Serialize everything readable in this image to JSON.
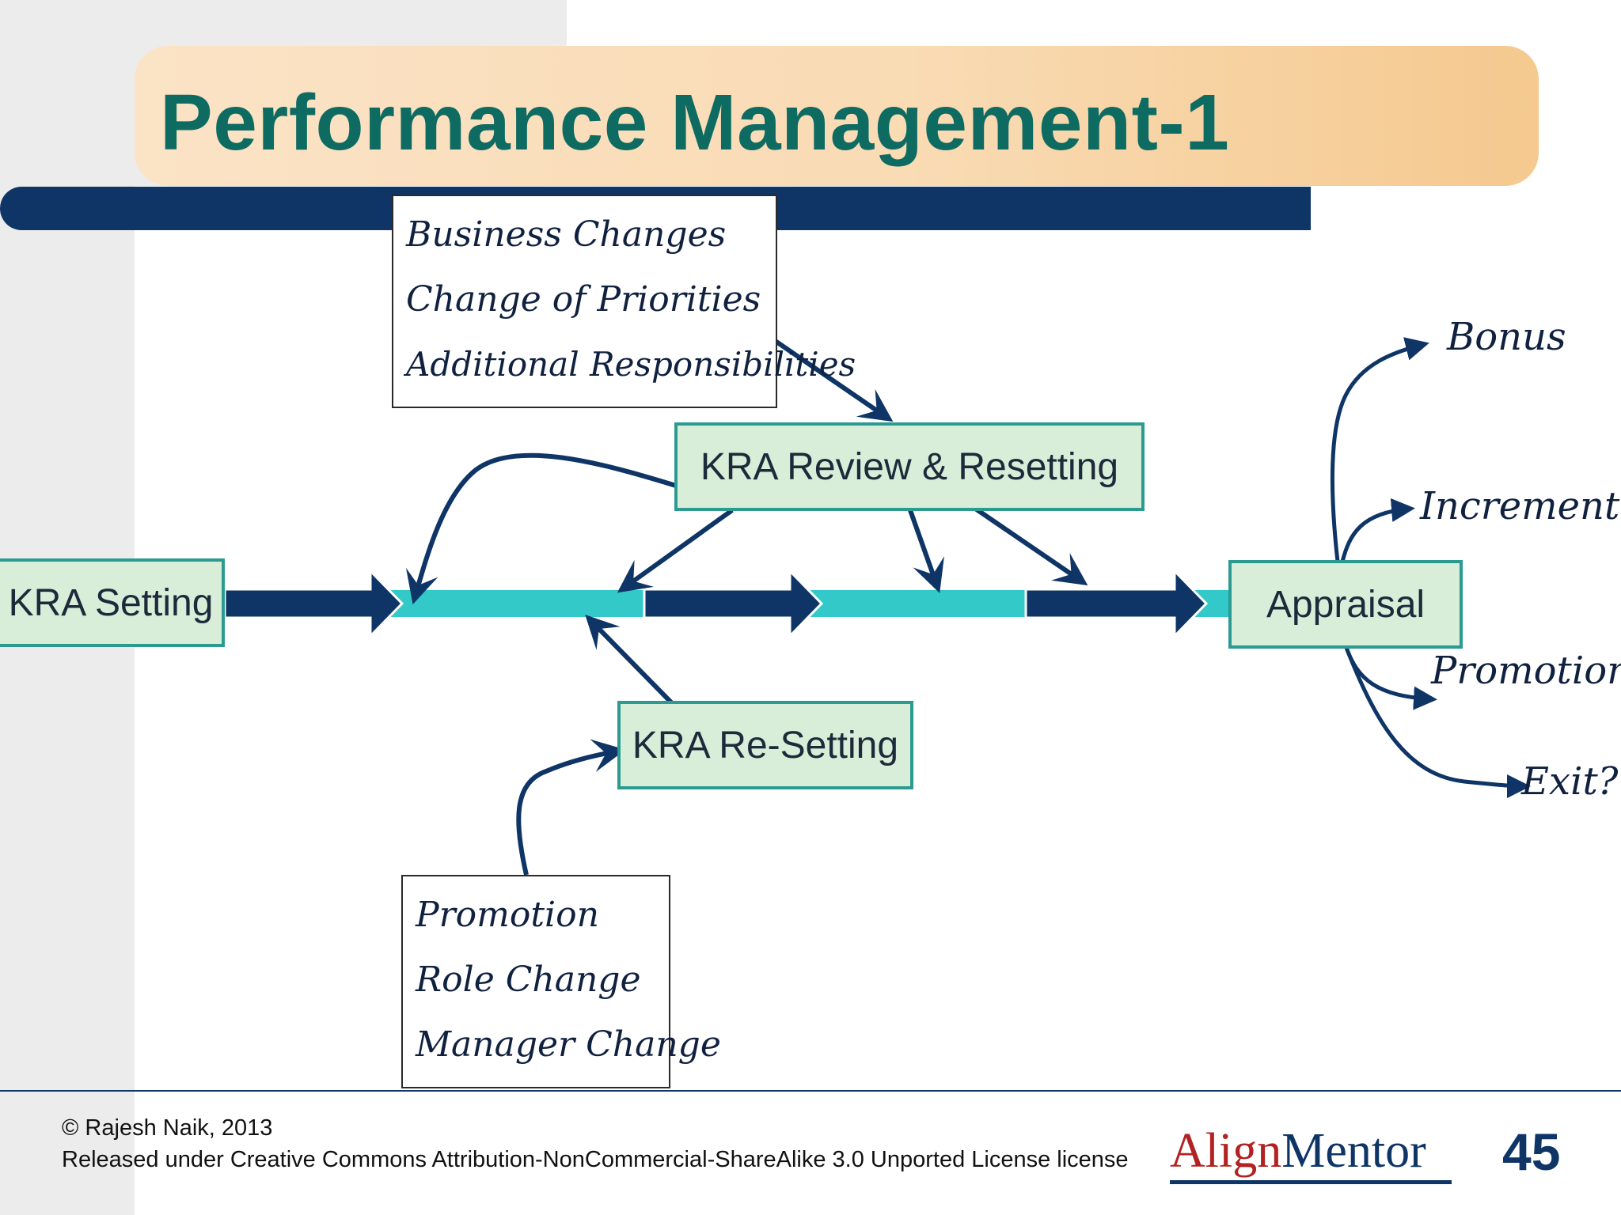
{
  "title": "Performance Management-1",
  "nodes": {
    "kra_setting": "KRA Setting",
    "kra_review": "KRA Review & Resetting",
    "kra_resetting": "KRA Re-Setting",
    "appraisal": "Appraisal"
  },
  "top_note": [
    "Business Changes",
    "Change of Priorities",
    "Additional Responsibilities"
  ],
  "bottom_note": [
    "Promotion",
    "Role Change",
    "Manager Change"
  ],
  "outcomes": {
    "bonus": "Bonus",
    "increment": "Increment",
    "promotion": "Promotion?",
    "exit": "Exit?"
  },
  "footer": {
    "copyright": "© Rajesh Naik, 2013",
    "license": "Released under Creative Commons Attribution-NonCommercial-ShareAlike 3.0 Unported License license",
    "logo_align": "Align",
    "logo_mentor": "Mentor",
    "page_number": "45"
  },
  "colors": {
    "title": "#0e6b62",
    "navy": "#0e3566",
    "teal_bar": "#33c9c9",
    "node_fill": "#d9eed9",
    "node_border": "#2b9b92"
  }
}
